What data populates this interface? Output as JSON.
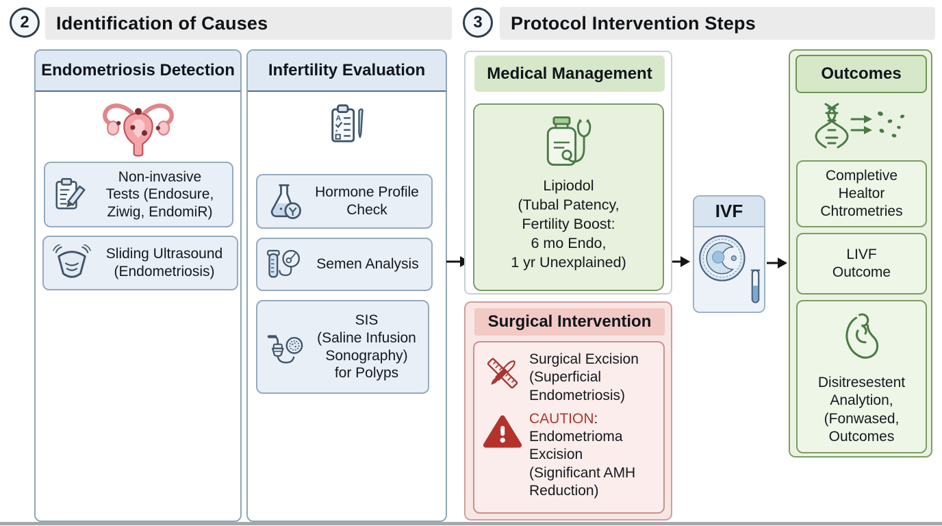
{
  "step2": {
    "number": "2",
    "title": "Identification of Causes"
  },
  "step3": {
    "number": "3",
    "title": "Protocol Intervention Steps"
  },
  "endometriosis_detection": {
    "title": "Endometriosis Detection",
    "items": [
      {
        "icon": "clipboard-pencil-icon",
        "text": "Non-invasive\nTests (Endosure,\nZiwig, EndomiR)"
      },
      {
        "icon": "ultrasound-probe-icon",
        "text": "Sliding Ultrasound\n(Endometriosis)"
      }
    ]
  },
  "infertility_evaluation": {
    "title": "Infertility Evaluation",
    "items": [
      {
        "icon": "flask-icon",
        "text": "Hormone Profile\nCheck"
      },
      {
        "icon": "semen-analysis-icon",
        "text": "Semen Analysis"
      },
      {
        "icon": "sis-catheter-icon",
        "text": "SIS\n(Saline Infusion\nSonography)\nfor Polyps"
      }
    ]
  },
  "medical_management": {
    "title": "Medical Management",
    "text": "Lipiodol\n(Tubal Patency,\nFertility Boost:\n6 mo Endo,\n1 yr Unexplained)"
  },
  "surgical_intervention": {
    "title": "Surgical Intervention",
    "excision_text": "Surgical Excision\n(Superficial\nEndometriosis)",
    "caution_label": "CAUTION",
    "caution_colon": ":",
    "caution_text": "Endometrioma\nExcision\n(Significant AMH\nReduction)"
  },
  "ivf": {
    "title": "IVF"
  },
  "outcomes": {
    "title": "Outcomes",
    "items": [
      {
        "text": "Completive\nHealtor\nChtrometries"
      },
      {
        "text": "LIVF\nOutcome"
      },
      {
        "icon": "pregnancy-icon",
        "text": "Disitresestent\nAnalytion,\n(Fonwased,\nOutcomes"
      }
    ]
  },
  "colors": {
    "accent_blue": "#dfe9f3",
    "accent_green": "#d7e8ca",
    "accent_red": "#f2c9c5",
    "caution_red": "#b03430",
    "green_stroke": "#4a7a44",
    "blue_stroke": "#3e556a",
    "arrow": "#141414"
  }
}
